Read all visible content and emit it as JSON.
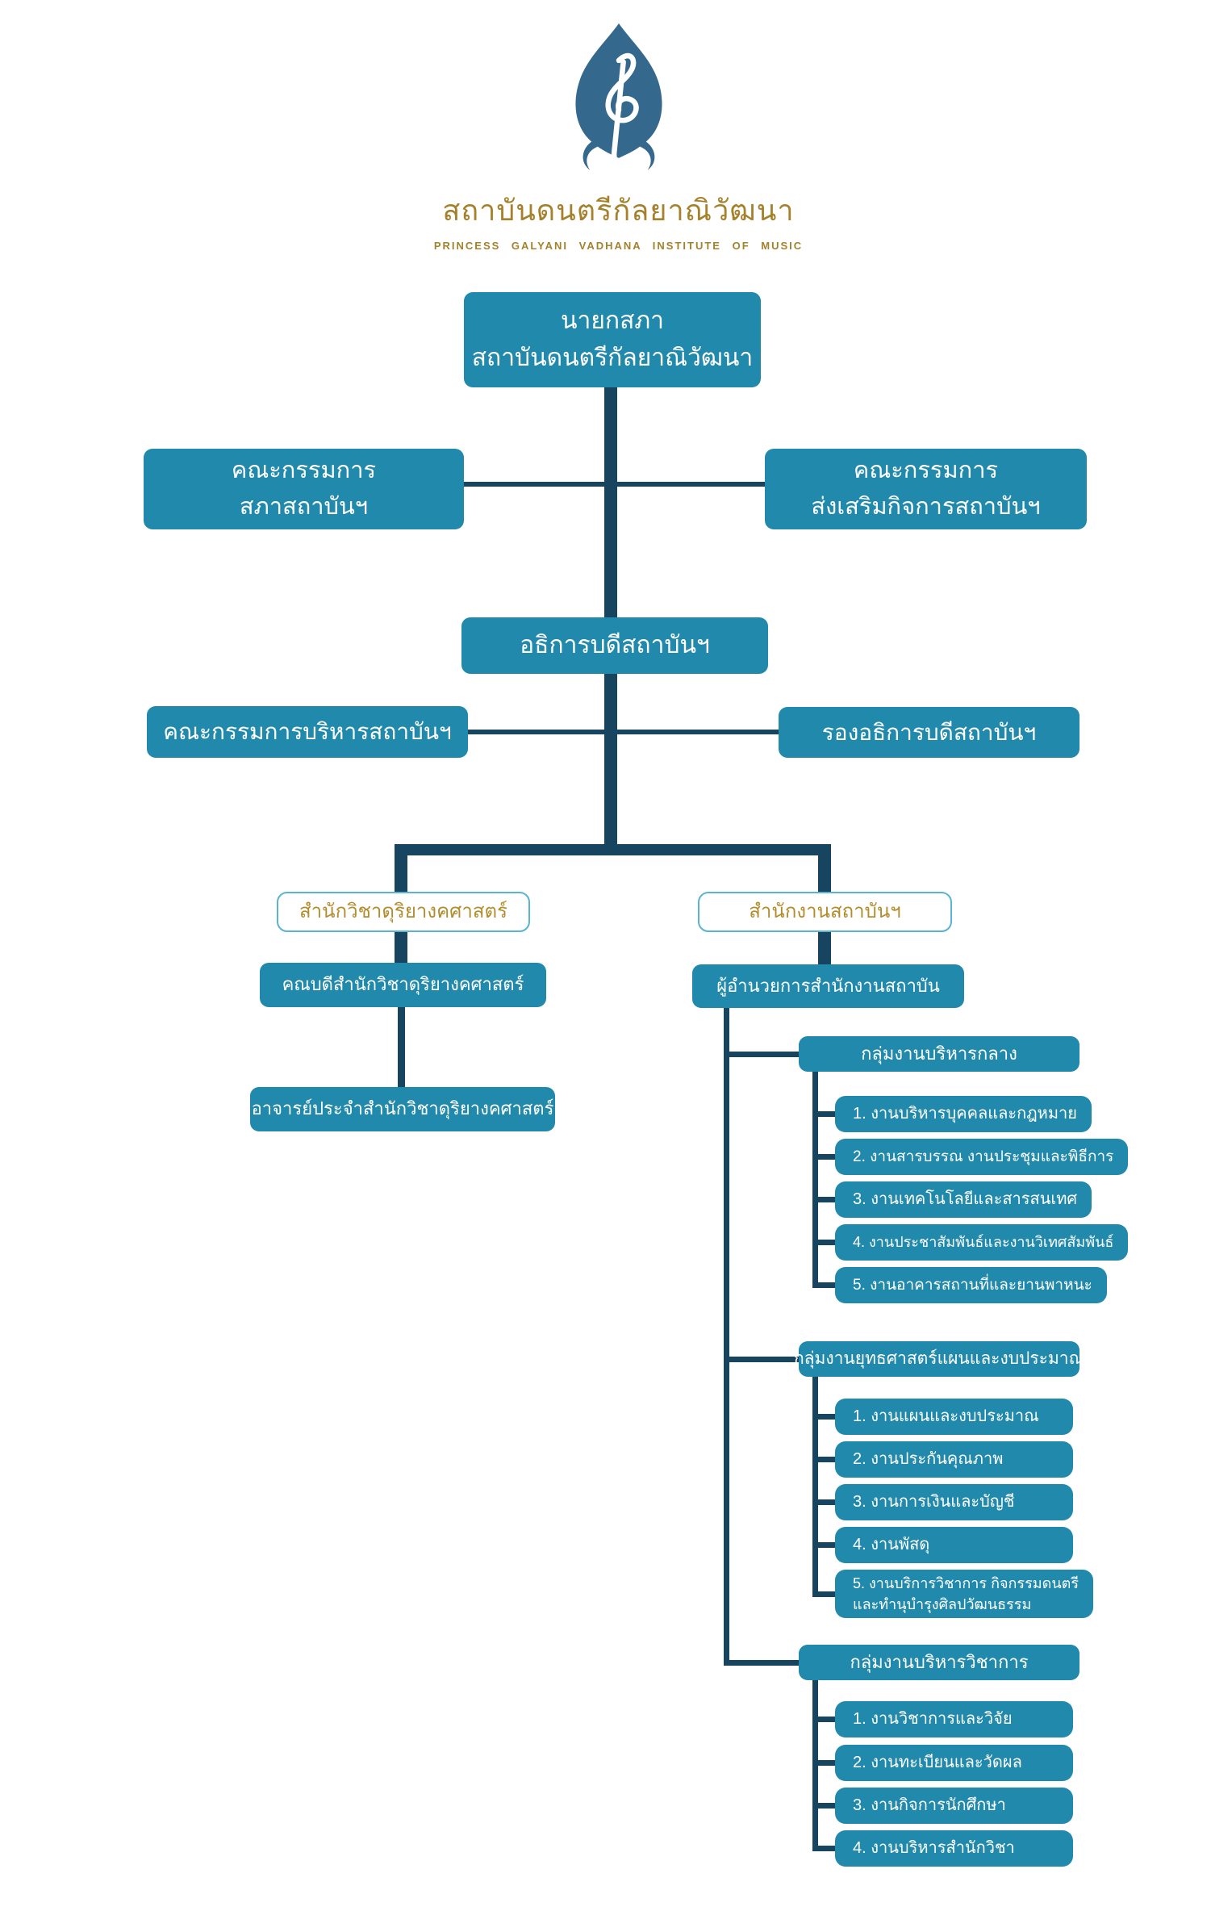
{
  "brand": {
    "logo_icon": "lotus-treble-clef-icon",
    "title_th": "สถาบันดนตรีกัลยาณิวัฒนา",
    "title_en": "PRINCESS GALYANI VADHANA INSTITUTE OF MUSIC",
    "logo_color": "#35688d",
    "gold_color": "#a5812b"
  },
  "theme": {
    "node_fill": "#2189ac",
    "node_text": "#ffffff",
    "connector_color": "#17455f",
    "outline_border": "#5ab3d2",
    "outline_text": "#b28d2e",
    "background": "#ffffff"
  },
  "org": {
    "root": "นายกสภา\nสถาบันดนตรีกัลยาณิวัฒนา",
    "council_committee": "คณะกรรมการ\nสภาสถาบันฯ",
    "promotion_committee": "คณะกรรมการ\nส่งเสริมกิจการสถาบันฯ",
    "president": "อธิการบดีสถาบันฯ",
    "executive_committee": "คณะกรรมการบริหารสถาบันฯ",
    "vice_president": "รองอธิการบดีสถาบันฯ",
    "school_of_music": "สำนักวิชาดุริยางคศาสตร์",
    "institute_office": "สำนักงานสถาบันฯ",
    "dean": "คณบดีสำนักวิชาดุริยางคศาสตร์",
    "lecturers": "อาจารย์ประจำสำนักวิชาดุริยางคศาสตร์",
    "office_director": "ผู้อำนวยการสำนักงานสถาบัน",
    "groups": [
      {
        "title": "กลุ่มงานบริหารกลาง",
        "items": [
          "1. งานบริหารบุคคลและกฎหมาย",
          "2. งานสารบรรณ งานประชุมและพิธีการ",
          "3. งานเทคโนโลยีและสารสนเทศ",
          "4. งานประชาสัมพันธ์และงานวิเทศสัมพันธ์",
          "5. งานอาคารสถานที่และยานพาหนะ"
        ]
      },
      {
        "title": "กลุ่มงานยุทธศาสตร์แผนและงบประมาณ",
        "items": [
          "1. งานแผนและงบประมาณ",
          "2. งานประกันคุณภาพ",
          "3. งานการเงินและบัญชี",
          "4. งานพัสดุ",
          "5. งานบริการวิชาการ กิจกรรมดนตรี\nและทำนุบำรุงศิลปวัฒนธรรม"
        ]
      },
      {
        "title": "กลุ่มงานบริหารวิชาการ",
        "items": [
          "1. งานวิชาการและวิจัย",
          "2. งานทะเบียนและวัดผล",
          "3. งานกิจการนักศึกษา",
          "4. งานบริหารสำนักวิชา"
        ]
      }
    ]
  }
}
